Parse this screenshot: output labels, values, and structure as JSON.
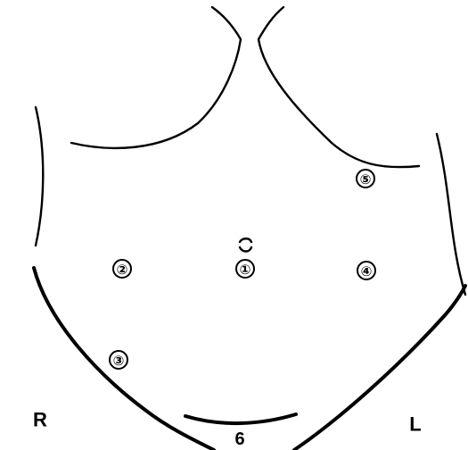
{
  "diagram": {
    "ports": [
      {
        "id": "port-1",
        "label": "①"
      },
      {
        "id": "port-2",
        "label": "②"
      },
      {
        "id": "port-3",
        "label": "③"
      },
      {
        "id": "port-4",
        "label": "④"
      },
      {
        "id": "port-5",
        "label": "⑤"
      }
    ],
    "incision_label": "6",
    "side_labels": {
      "right": "R",
      "left": "L"
    }
  }
}
